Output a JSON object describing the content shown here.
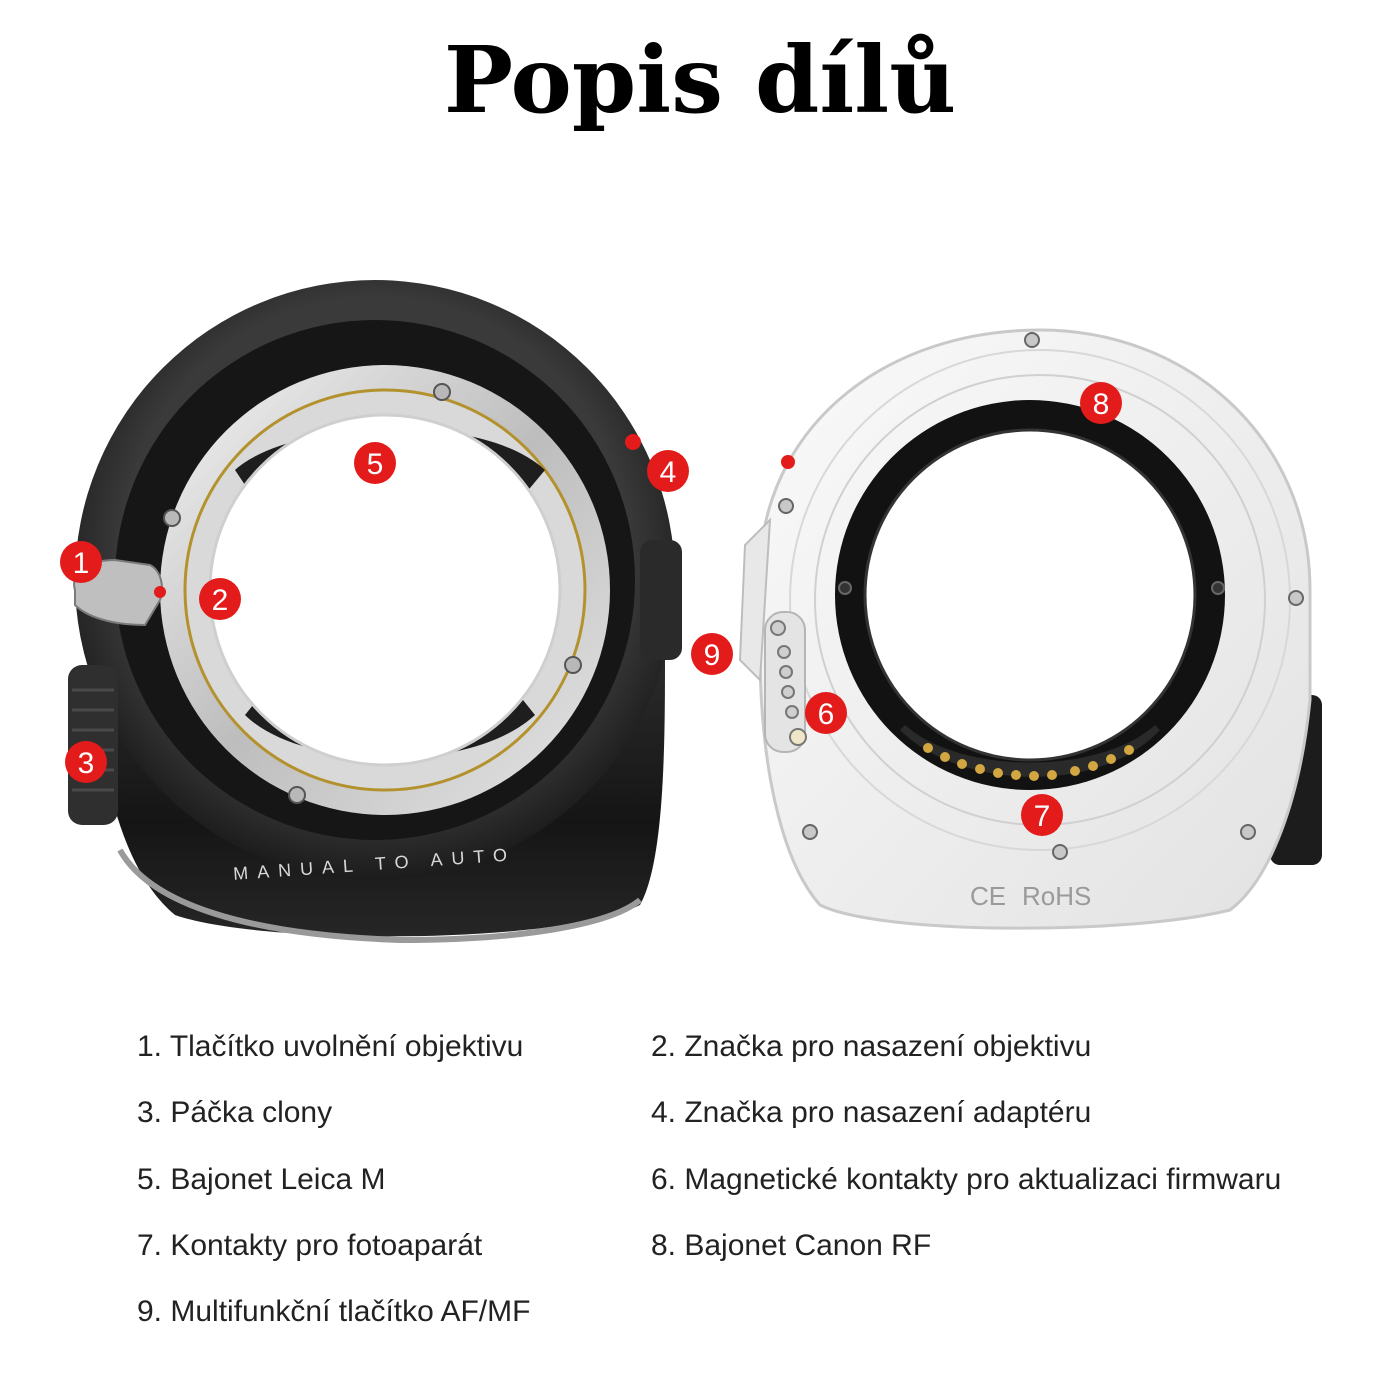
{
  "title": "Popis dílů",
  "left_adapter": {
    "engraving": "MANUAL TO AUTO"
  },
  "right_adapter": {
    "marking_ce": "CE",
    "marking_rohs": "RoHS"
  },
  "callouts": [
    {
      "number": "1"
    },
    {
      "number": "2"
    },
    {
      "number": "3"
    },
    {
      "number": "4"
    },
    {
      "number": "5"
    },
    {
      "number": "6"
    },
    {
      "number": "7"
    },
    {
      "number": "8"
    },
    {
      "number": "9"
    }
  ],
  "legend": [
    "1. Tlačítko uvolnění objektivu",
    "2. Značka pro nasazení objektivu",
    "3. Páčka clony",
    "4. Značka pro nasazení adaptéru",
    "5. Bajonet Leica M",
    "6. Magnetické kontakty pro aktualizaci firmwaru",
    "7. Kontakty pro fotoaparát",
    "8. Bajonet Canon RF",
    "9. Multifunkční tlačítko AF/MF"
  ],
  "colors": {
    "callout": "#e31b1b",
    "dark_body": "#1b1b1b",
    "silver": "#cfcfcf",
    "light_body": "#f1f1f1"
  }
}
